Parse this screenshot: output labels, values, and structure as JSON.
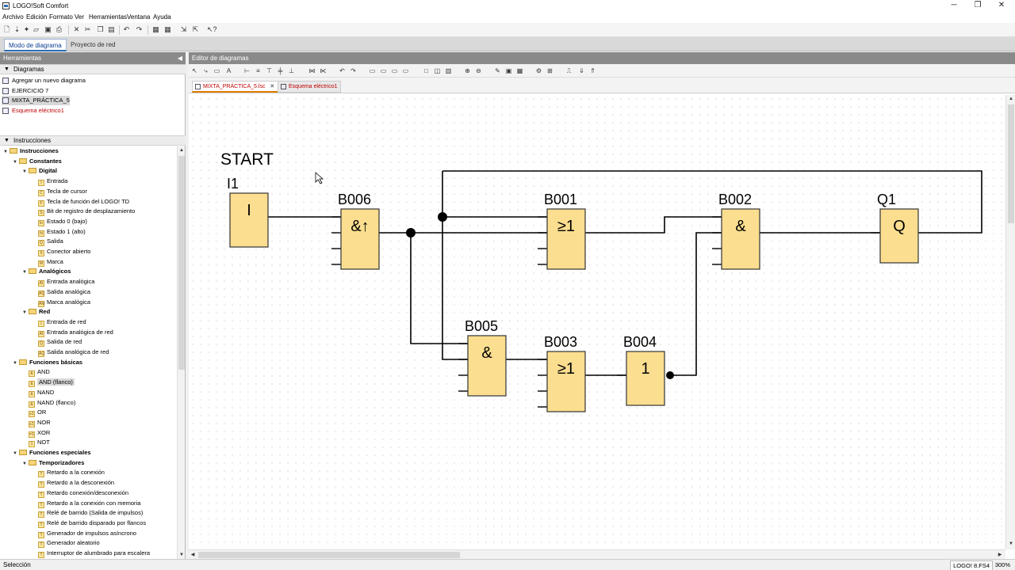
{
  "window": {
    "title": "LOGO!Soft Comfort",
    "buttons": [
      "─",
      "❐",
      "✕"
    ]
  },
  "menu": [
    "Archivo",
    "Edición",
    "Formato",
    "Ver",
    "Herramientas",
    "Ventana",
    "Ayuda"
  ],
  "modes": {
    "diagram": "Modo de diagrama",
    "network": "Proyecto de red"
  },
  "tools_panel": {
    "title": "Herramientas",
    "diagrams_header": "Diagramas",
    "diagrams": [
      {
        "label": "Agregar un nuevo diagrama",
        "style": "normal"
      },
      {
        "label": "EJERCICIO 7",
        "style": "normal"
      },
      {
        "label": "MIXTA_PRÁCTICA_5",
        "style": "selected"
      },
      {
        "label": "Esquema eléctrico1",
        "style": "red"
      }
    ],
    "instructions_header": "Instrucciones",
    "tree": [
      {
        "label": "Instrucciones",
        "level": 0,
        "type": "folder",
        "bold": true
      },
      {
        "label": "Constantes",
        "level": 1,
        "type": "folder",
        "bold": true
      },
      {
        "label": "Digital",
        "level": 2,
        "type": "folder",
        "bold": true
      },
      {
        "label": "Entrada",
        "level": 3,
        "type": "leaf",
        "code": "I"
      },
      {
        "label": "Tecla de cursor",
        "level": 3,
        "type": "leaf",
        "code": "C"
      },
      {
        "label": "Tecla de función del LOGO! TD",
        "level": 3,
        "type": "leaf",
        "code": "F"
      },
      {
        "label": "Bit de registro de desplazamiento",
        "level": 3,
        "type": "leaf",
        "code": "S"
      },
      {
        "label": "Estado 0 (bajo)",
        "level": 3,
        "type": "leaf",
        "code": "lo"
      },
      {
        "label": "Estado 1 (alto)",
        "level": 3,
        "type": "leaf",
        "code": "hi"
      },
      {
        "label": "Salida",
        "level": 3,
        "type": "leaf",
        "code": "Q"
      },
      {
        "label": "Conector abierto",
        "level": 3,
        "type": "leaf",
        "code": "X"
      },
      {
        "label": "Marca",
        "level": 3,
        "type": "leaf",
        "code": "M"
      },
      {
        "label": "Analógicos",
        "level": 2,
        "type": "folder",
        "bold": true
      },
      {
        "label": "Entrada analógica",
        "level": 3,
        "type": "leaf",
        "code": "AI"
      },
      {
        "label": "Salida analógica",
        "level": 3,
        "type": "leaf",
        "code": "AQ"
      },
      {
        "label": "Marca analógica",
        "level": 3,
        "type": "leaf",
        "code": "AM"
      },
      {
        "label": "Red",
        "level": 2,
        "type": "folder",
        "bold": true
      },
      {
        "label": "Entrada de red",
        "level": 3,
        "type": "leaf",
        "code": "I"
      },
      {
        "label": "Entrada analógica de red",
        "level": 3,
        "type": "leaf",
        "code": "AI"
      },
      {
        "label": "Salida de red",
        "level": 3,
        "type": "leaf",
        "code": "Q"
      },
      {
        "label": "Salida analógica de red",
        "level": 3,
        "type": "leaf",
        "code": "AQ"
      },
      {
        "label": "Funciones básicas",
        "level": 1,
        "type": "folder",
        "bold": true
      },
      {
        "label": "AND",
        "level": 2,
        "type": "leaf",
        "code": "&"
      },
      {
        "label": "AND (flanco)",
        "level": 2,
        "type": "leaf",
        "code": "&",
        "highlight": true
      },
      {
        "label": "NAND",
        "level": 2,
        "type": "leaf",
        "code": "&"
      },
      {
        "label": "NAND (flanco)",
        "level": 2,
        "type": "leaf",
        "code": "&"
      },
      {
        "label": "OR",
        "level": 2,
        "type": "leaf",
        "code": "≥1"
      },
      {
        "label": "NOR",
        "level": 2,
        "type": "leaf",
        "code": "≥1"
      },
      {
        "label": "XOR",
        "level": 2,
        "type": "leaf",
        "code": "=1"
      },
      {
        "label": "NOT",
        "level": 2,
        "type": "leaf",
        "code": "1"
      },
      {
        "label": "Funciones especiales",
        "level": 1,
        "type": "folder",
        "bold": true
      },
      {
        "label": "Temporizadores",
        "level": 2,
        "type": "folder",
        "bold": true
      },
      {
        "label": "Retardo a la conexión",
        "level": 3,
        "type": "leaf",
        "code": "T"
      },
      {
        "label": "Retardo a la desconexión",
        "level": 3,
        "type": "leaf",
        "code": "T"
      },
      {
        "label": "Retardo conexión/desconexión",
        "level": 3,
        "type": "leaf",
        "code": "T"
      },
      {
        "label": "Retardo a la conexión con memoria",
        "level": 3,
        "type": "leaf",
        "code": "T"
      },
      {
        "label": "Relé de barrido (Salida de impulsos)",
        "level": 3,
        "type": "leaf",
        "code": "T"
      },
      {
        "label": "Relé de barrido disparado por flancos",
        "level": 3,
        "type": "leaf",
        "code": "T"
      },
      {
        "label": "Generador de impulsos asíncrono",
        "level": 3,
        "type": "leaf",
        "code": "T"
      },
      {
        "label": "Generador aleatorio",
        "level": 3,
        "type": "leaf",
        "code": "T"
      },
      {
        "label": "Interruptor de alumbrado para escalera",
        "level": 3,
        "type": "leaf",
        "code": "T"
      }
    ]
  },
  "editor": {
    "title": "Editor de diagramas",
    "tabs": [
      {
        "label": "MIXTA_PRÁCTICA_5.lsc",
        "active": true
      },
      {
        "label": "Esquema eléctrico1",
        "active": false
      }
    ]
  },
  "diagram": {
    "start_label": "START",
    "blocks": [
      {
        "id": "I1",
        "symbol": "I",
        "inputs": 0
      },
      {
        "id": "B006",
        "symbol": "&↑",
        "inputs": 4
      },
      {
        "id": "B001",
        "symbol": "≥1",
        "inputs": 4
      },
      {
        "id": "B002",
        "symbol": "&",
        "inputs": 4
      },
      {
        "id": "Q1",
        "symbol": "Q",
        "inputs": 1
      },
      {
        "id": "B005",
        "symbol": "&",
        "inputs": 4
      },
      {
        "id": "B003",
        "symbol": "≥1",
        "inputs": 4
      },
      {
        "id": "B004",
        "symbol": "1",
        "inputs": 1
      }
    ]
  },
  "colors": {
    "block_fill": "#fbde8f",
    "block_stroke": "#333333",
    "wire": "#000000",
    "header": "#8a8a8a"
  },
  "status": {
    "left": "Selección",
    "model": "LOGO! 8.FS4",
    "zoom": "300%"
  }
}
